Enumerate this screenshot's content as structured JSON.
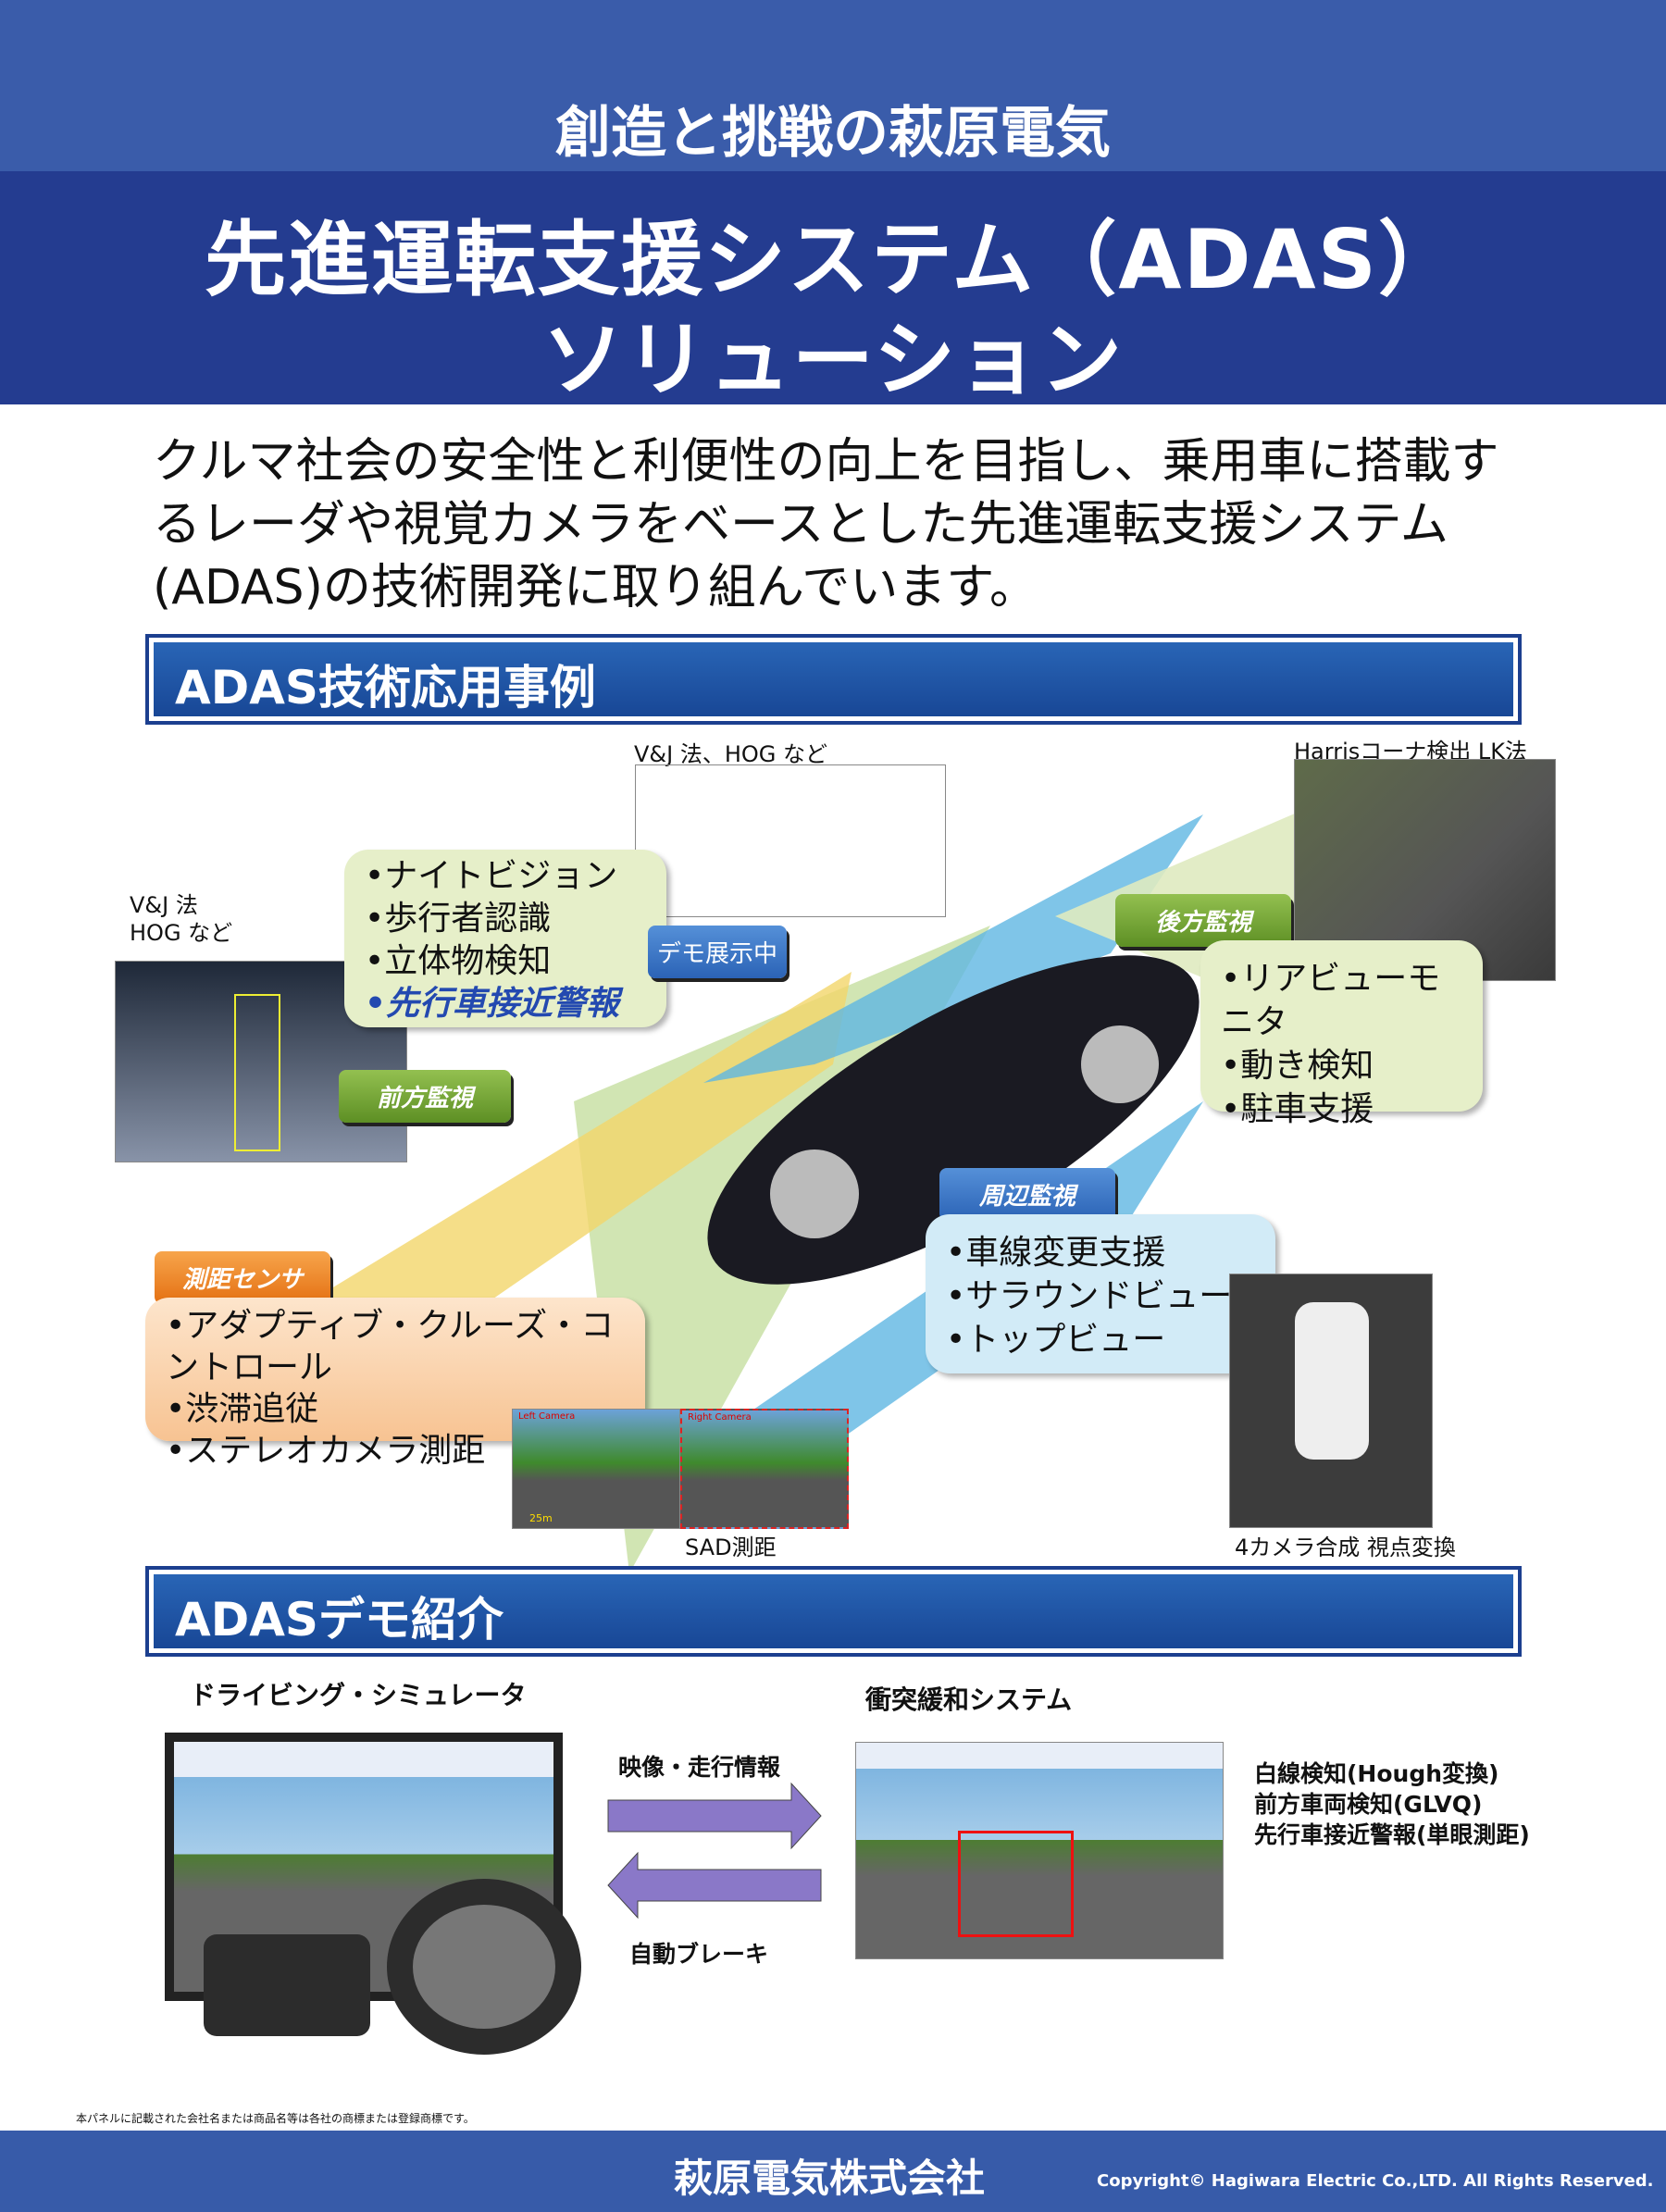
{
  "header": {
    "tagline": "創造と挑戦の萩原電気",
    "title_line1": "先進運転支援システム（ADAS）",
    "title_line2": "ソリューション"
  },
  "intro": "クルマ社会の安全性と利便性の向上を目指し、乗用車に搭載するレーダや視覚カメラをベースとした先進運転支援システム(ADAS)の技術開発に取り組んでいます。",
  "section1": {
    "title": "ADAS技術応用事例",
    "caption_top": "V&J 法、HOG など",
    "caption_left_1": "V&J 法",
    "caption_left_2": "HOG など",
    "caption_harris": "Harrisコーナ検出  LK法",
    "front": {
      "tag": "前方監視",
      "items": [
        "•ナイトビジョン",
        "•歩行者認識",
        "•立体物検知",
        "•先行車接近警報"
      ],
      "demo_badge": "デモ展示中"
    },
    "rear": {
      "tag": "後方監視",
      "items": [
        "•リアビューモニタ",
        "•動き検知",
        "•駐車支援"
      ]
    },
    "around": {
      "tag": "周辺監視",
      "items": [
        "•車線変更支援",
        "•サラウンドビュー",
        "•トップビュー"
      ]
    },
    "range": {
      "tag": "測距センサ",
      "items": [
        "•アダプティブ・クルーズ・コントロール",
        "•渋滞追従",
        "•ステレオカメラ測距"
      ]
    },
    "left_camera": "Left Camera",
    "right_camera": "Right Camera",
    "distance": "25m",
    "sad": "SAD測距",
    "four_cam": "4カメラ合成  視点変換"
  },
  "section2": {
    "title": "ADASデモ紹介",
    "sim_title": "ドライビング・シミュレータ",
    "cms_title": "衝突緩和システム",
    "arrow_right": "映像・走行情報",
    "arrow_left": "自動ブレーキ",
    "features": [
      "白線検知(Hough変換)",
      "前方車両検知(GLVQ)",
      "先行車接近警報(単眼測距)"
    ]
  },
  "trademark": "本パネルに記載された会社名または商品名等は各社の商標または登録商標です。",
  "footer": {
    "company": "萩原電気株式会社",
    "copyright": "Copyright©  Hagiwara Electric Co.,LTD. All Rights Reserved."
  }
}
